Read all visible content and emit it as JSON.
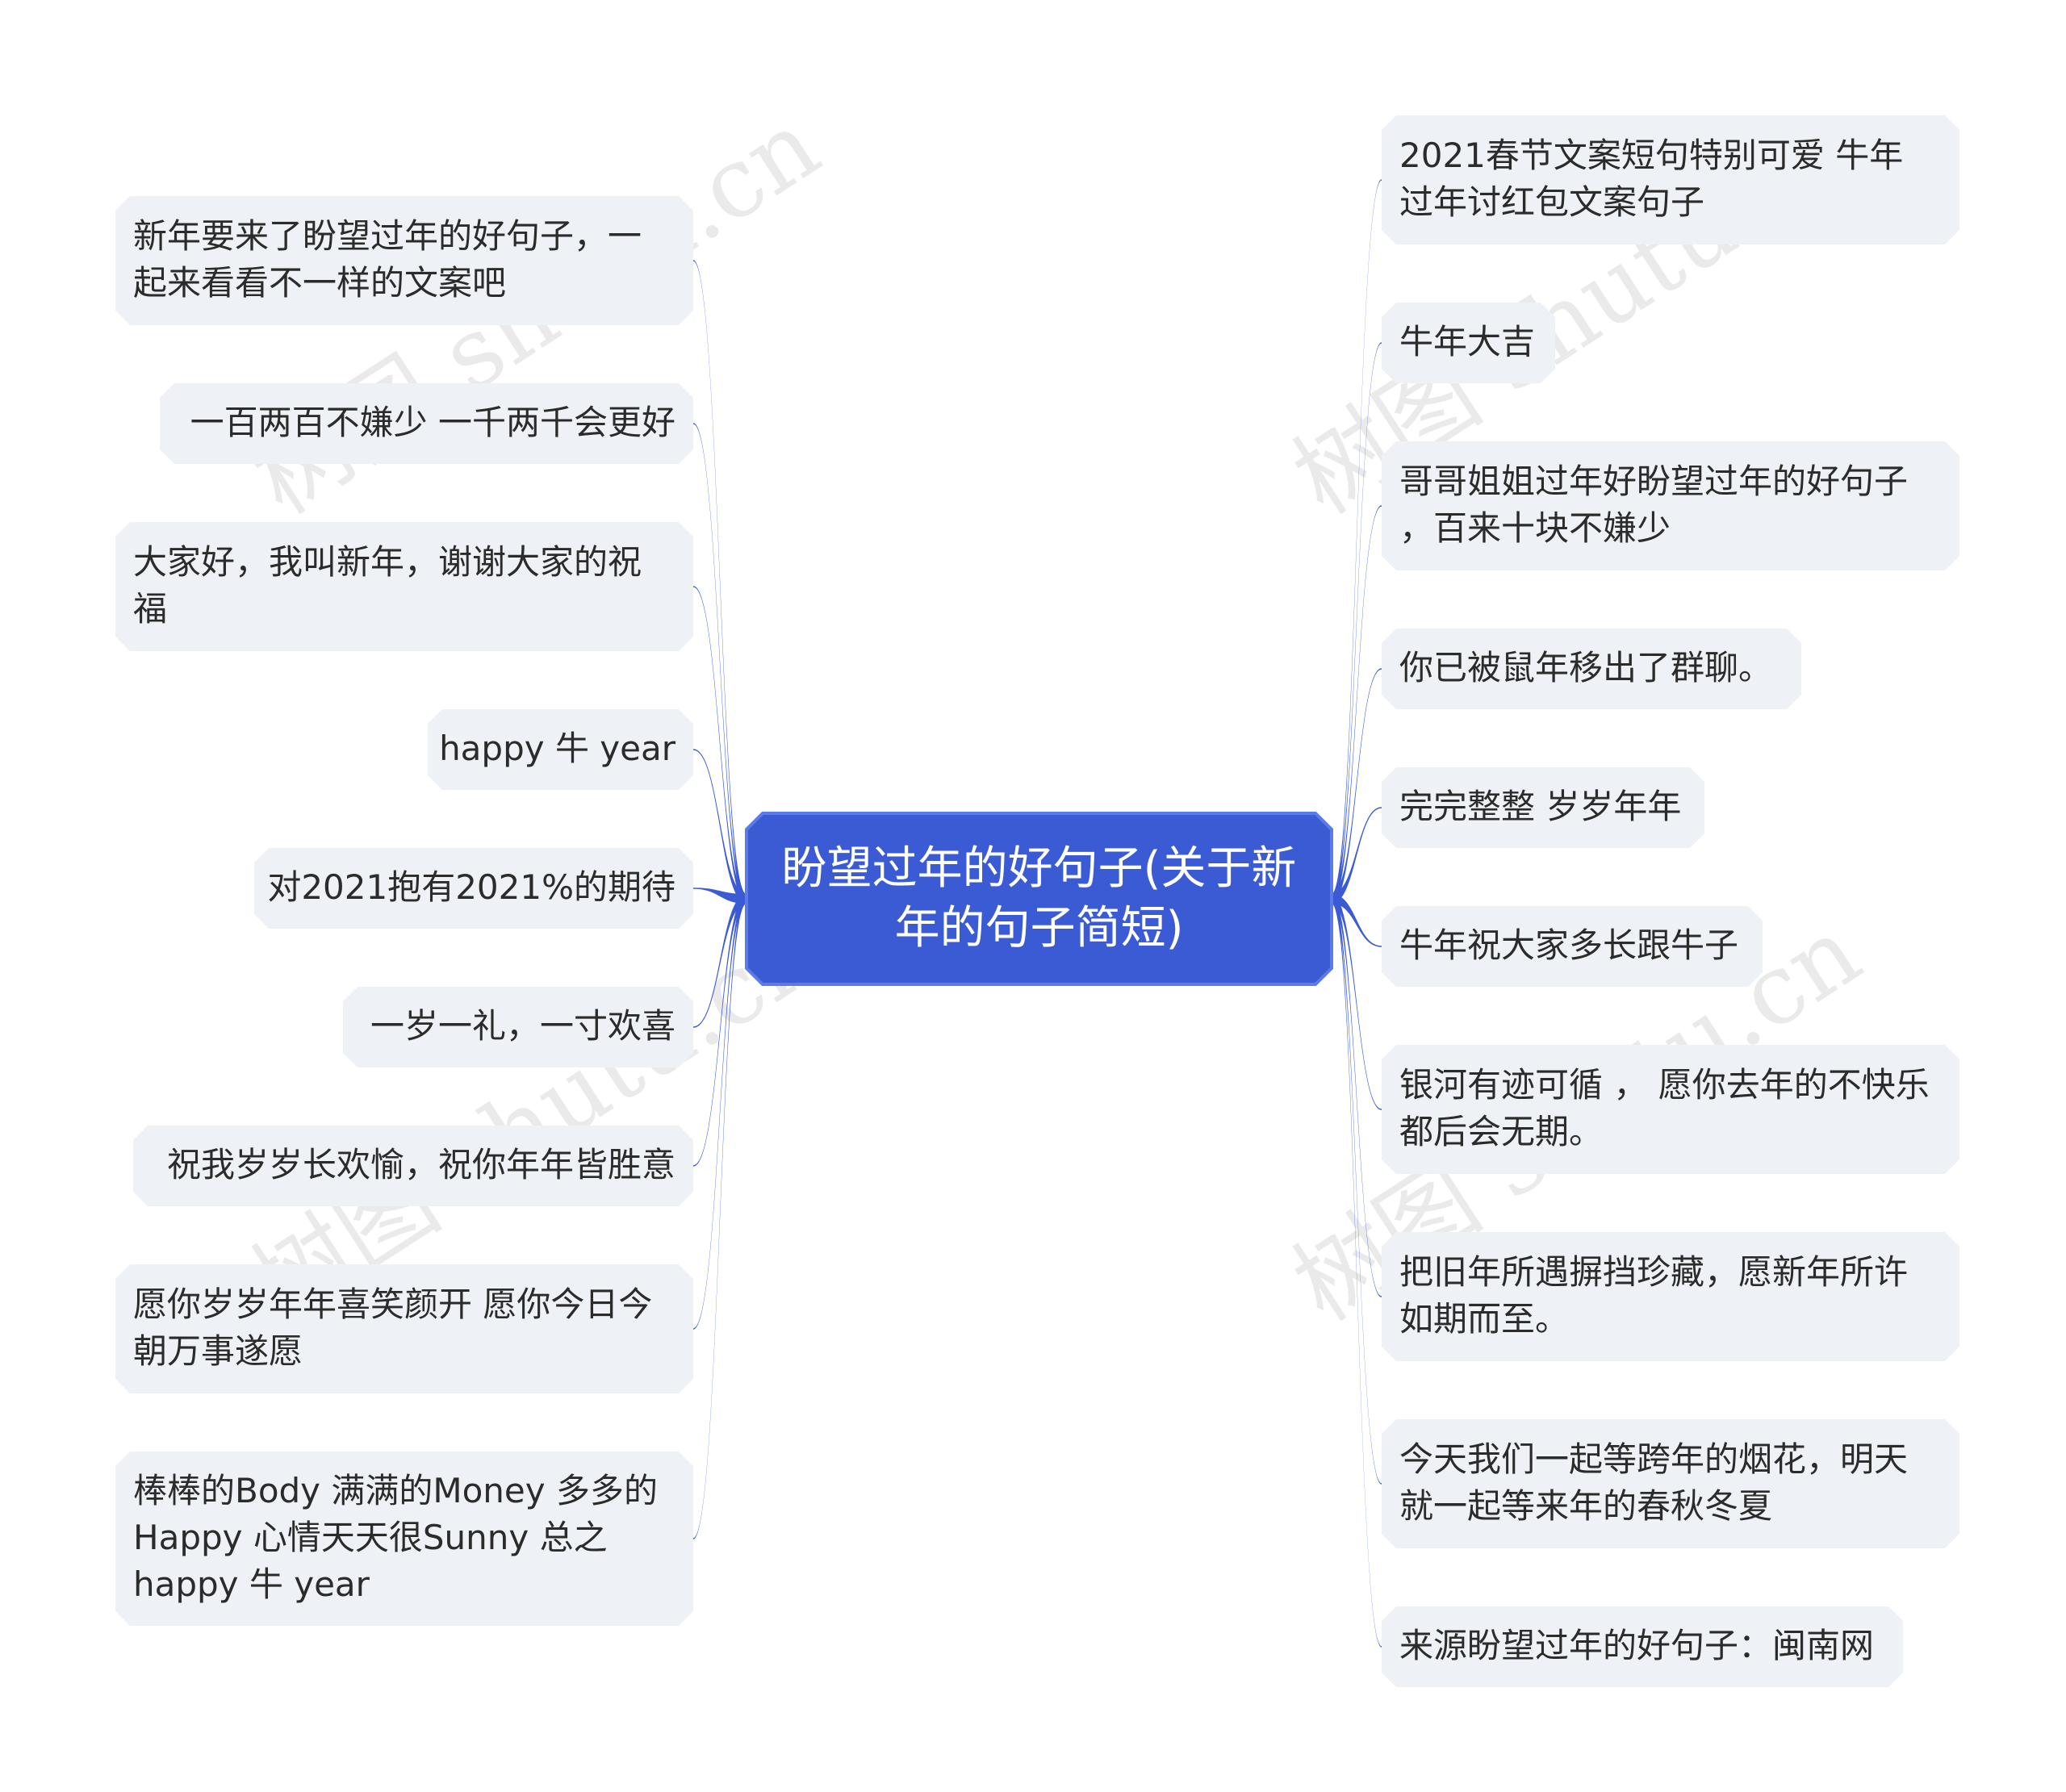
{
  "watermark_text": "树图 shutu.cn",
  "colors": {
    "branch": "#3b5bd5",
    "root_fill": "#3b5bd5",
    "root_stroke": "#5b7be8",
    "node_fill": "#eef1f5",
    "text": "#2b2b2b",
    "root_text": "#ffffff"
  },
  "root": {
    "lines": [
      "盼望过年的好句子(关于新",
      "年的句子简短)"
    ]
  },
  "left_nodes": [
    {
      "lines": [
        "新年要来了盼望过年的好句子，一",
        "起来看看不一样的文案吧"
      ]
    },
    {
      "lines": [
        "一百两百不嫌少 一千两千会更好"
      ]
    },
    {
      "lines": [
        "大家好，我叫新年，谢谢大家的祝",
        "福"
      ]
    },
    {
      "lines": [
        "happy 牛 year"
      ]
    },
    {
      "lines": [
        "对2021抱有2021%的期待"
      ]
    },
    {
      "lines": [
        "一岁一礼，一寸欢喜"
      ]
    },
    {
      "lines": [
        "祝我岁岁长欢愉，祝你年年皆胜意"
      ]
    },
    {
      "lines": [
        "愿你岁岁年年喜笑颜开 愿你今日今",
        "朝万事遂愿"
      ]
    },
    {
      "lines": [
        "棒棒的Body 满满的Money 多多的",
        "Happy 心情天天很Sunny 总之",
        "happy 牛 year"
      ]
    }
  ],
  "right_nodes": [
    {
      "lines": [
        "2021春节文案短句特别可爱 牛年",
        "过年讨红包文案句子"
      ]
    },
    {
      "lines": [
        "牛年大吉"
      ]
    },
    {
      "lines": [
        "哥哥姐姐过年好盼望过年的好句子",
        "，百来十块不嫌少"
      ]
    },
    {
      "lines": [
        "你已被鼠年移出了群聊。"
      ]
    },
    {
      "lines": [
        "完完整整 岁岁年年"
      ]
    },
    {
      "lines": [
        "牛年祝大家多长跟牛子"
      ]
    },
    {
      "lines": [
        "银河有迹可循 ， 愿你去年的不快乐",
        "都后会无期。"
      ]
    },
    {
      "lines": [
        "把旧年所遇摒挡珍藏，愿新年所许",
        "如期而至。"
      ]
    },
    {
      "lines": [
        "今天我们一起等跨年的烟花，明天",
        "就一起等来年的春秋冬夏"
      ]
    },
    {
      "lines": [
        "来源盼望过年的好句子：闽南网"
      ]
    }
  ]
}
